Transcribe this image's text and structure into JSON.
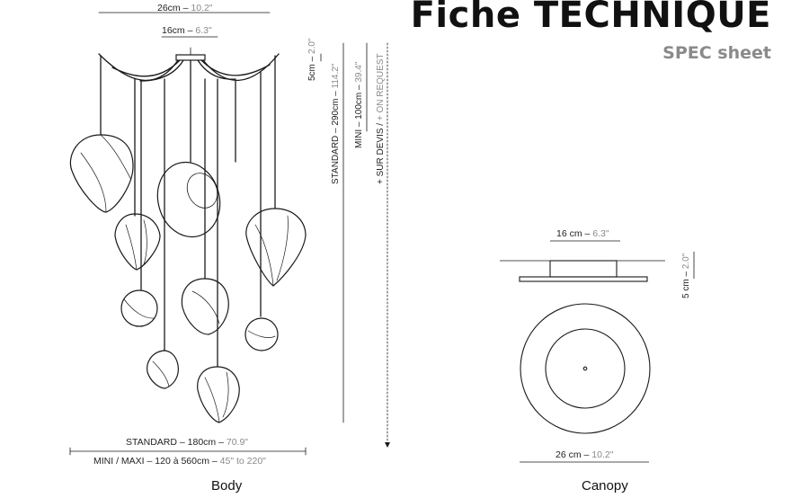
{
  "header": {
    "title": "Fiche TECHNIQUE",
    "subtitle": "SPEC sheet"
  },
  "body_view": {
    "caption": "Body",
    "dim_top_outer": {
      "metric": "26cm –",
      "imperial": "10.2\""
    },
    "dim_top_inner": {
      "metric": "16cm –",
      "imperial": "6.3\""
    },
    "dim_canopy_height": {
      "metric": "5cm –",
      "imperial": "2.0\""
    },
    "dim_standard_height": {
      "metric": "STANDARD – 290cm –",
      "imperial": "114.2\""
    },
    "dim_mini_height": {
      "metric": "MINI – 100cm –",
      "imperial": "39.4\""
    },
    "dim_on_request": {
      "metric": "+ SUR DEVIS / ",
      "imperial": "+ ON REQUEST"
    },
    "dim_standard_width": {
      "metric": "STANDARD – 180cm –",
      "imperial": "70.9\""
    },
    "dim_mini_width": {
      "metric": "MINI / MAXI – 120 à 560cm –",
      "imperial": "45\" to 220\""
    }
  },
  "canopy_view": {
    "caption": "Canopy",
    "dim_inner_width": {
      "metric": "16 cm –",
      "imperial": "6.3\""
    },
    "dim_height": {
      "metric": "5 cm –",
      "imperial": "2.0\""
    },
    "dim_outer_width": {
      "metric": "26 cm –",
      "imperial": "10.2\""
    }
  }
}
